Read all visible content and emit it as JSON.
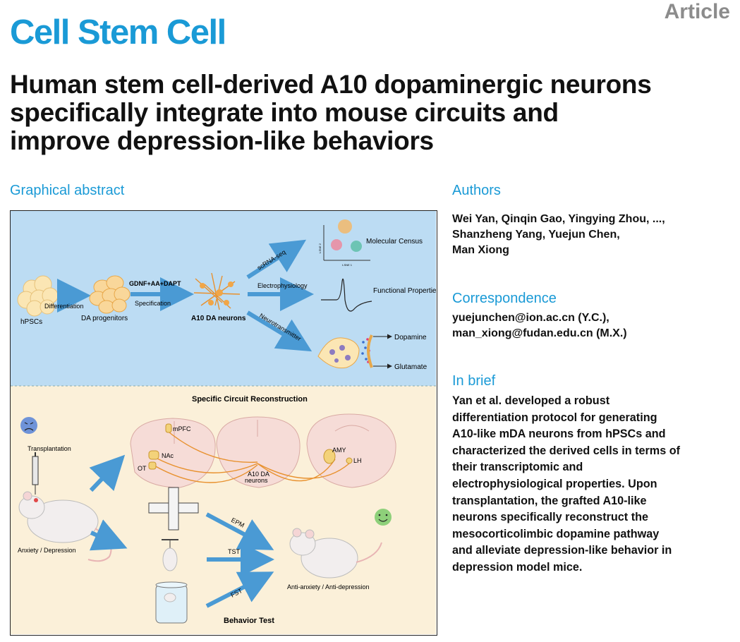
{
  "header": {
    "journal": "Cell Stem Cell",
    "article_type": "Article"
  },
  "title_lines": [
    "Human stem cell-derived A10 dopaminergic neurons",
    "specifically integrate into mouse circuits and",
    "improve depression-like behaviors"
  ],
  "graphical_abstract": {
    "heading": "Graphical abstract",
    "top": {
      "cells": [
        "hPSCs",
        "DA progenitors",
        "A10 DA neurons"
      ],
      "steps": [
        "Differentiation",
        "GDNF+AA+DAPT",
        "Specification"
      ],
      "branches": [
        "scRNA-seq",
        "Electrophysiology",
        "Neurotransmitter"
      ],
      "outputs": [
        "Molecular Census",
        "Functional Properties",
        "Dopamine",
        "Glutamate"
      ],
      "axes": [
        "t-SNE 2",
        "t-SNE 1"
      ]
    },
    "bottom": {
      "circuit_title": "Specific Circuit Reconstruction",
      "transplant_label": "Transplantation",
      "condition_label": "Anxiety / Depression",
      "regions": [
        "mPFC",
        "NAc",
        "OT",
        "A10 DA",
        "neurons",
        "AMY",
        "LH"
      ],
      "tests": [
        "EPM",
        "TST",
        "FST"
      ],
      "outcome": "Anti-anxiety / Anti-depression",
      "behavior_title": "Behavior Test"
    },
    "colors": {
      "top_panel": "#bcdcf3",
      "bottom_panel": "#fbf0d9",
      "arrow": "#4a9ad4",
      "circuit": "#e8912e"
    }
  },
  "authors": {
    "heading": "Authors",
    "lines": [
      "Wei Yan, Qinqin Gao, Yingying Zhou, ...,",
      "Shanzheng Yang, Yuejun Chen,",
      "Man Xiong"
    ]
  },
  "correspondence": {
    "heading": "Correspondence",
    "lines": [
      "yuejunchen@ion.ac.cn (Y.C.),",
      "man_xiong@fudan.edu.cn (M.X.)"
    ]
  },
  "in_brief": {
    "heading": "In brief",
    "lines": [
      "Yan et al. developed a robust",
      "differentiation protocol for generating",
      "A10-like mDA neurons from hPSCs and",
      "characterized the derived cells in terms of",
      "their transcriptomic and",
      "electrophysiological properties. Upon",
      "transplantation, the grafted A10-like",
      "neurons specifically reconstruct the",
      "mesocorticolimbic dopamine pathway",
      "and alleviate depression-like behavior in",
      "depression model mice."
    ]
  }
}
